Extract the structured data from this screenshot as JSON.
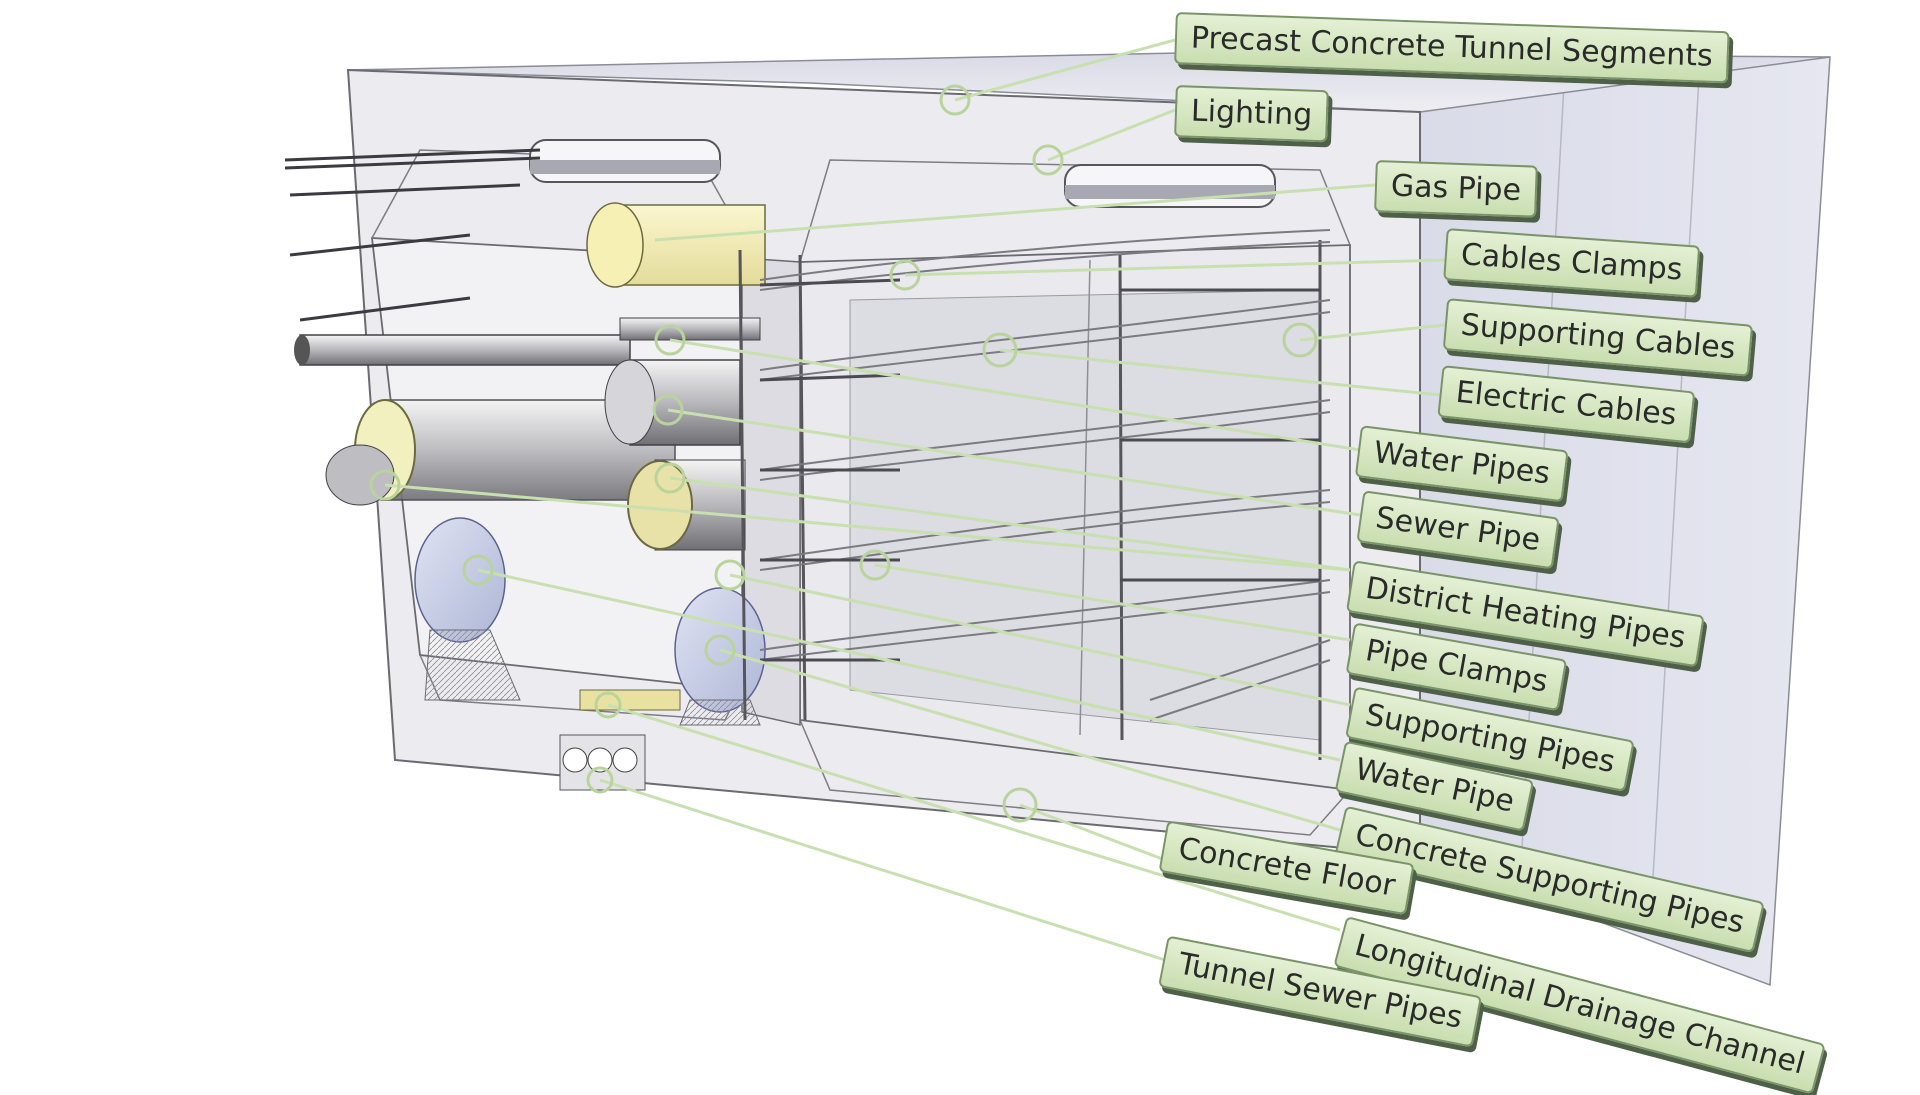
{
  "labels": [
    {
      "id": "precast",
      "text": "Precast Concrete Tunnel Segments"
    },
    {
      "id": "lighting",
      "text": "Lighting"
    },
    {
      "id": "gas",
      "text": "Gas Pipe"
    },
    {
      "id": "cable-clamps",
      "text": "Cables Clamps"
    },
    {
      "id": "supporting-cables",
      "text": "Supporting Cables"
    },
    {
      "id": "electric-cables",
      "text": "Electric Cables"
    },
    {
      "id": "water-pipes",
      "text": "Water Pipes"
    },
    {
      "id": "sewer-pipe",
      "text": "Sewer Pipe"
    },
    {
      "id": "district-heating",
      "text": "District Heating Pipes"
    },
    {
      "id": "pipe-clamps",
      "text": "Pipe Clamps"
    },
    {
      "id": "supporting-pipes",
      "text": "Supporting Pipes"
    },
    {
      "id": "water-pipe",
      "text": "Water Pipe"
    },
    {
      "id": "concrete-supporting",
      "text": "Concrete Supporting Pipes"
    },
    {
      "id": "concrete-floor",
      "text": "Concrete Floor"
    },
    {
      "id": "drainage",
      "text": "Longitudinal Drainage Channel"
    },
    {
      "id": "tunnel-sewer",
      "text": "Tunnel Sewer Pipes"
    }
  ],
  "colors": {
    "label_fill": "#d4e6c0",
    "label_border": "#7a9468",
    "leader": "#c8e0b0",
    "concrete": "#e8e8ec",
    "edge": "#6a6a70"
  }
}
